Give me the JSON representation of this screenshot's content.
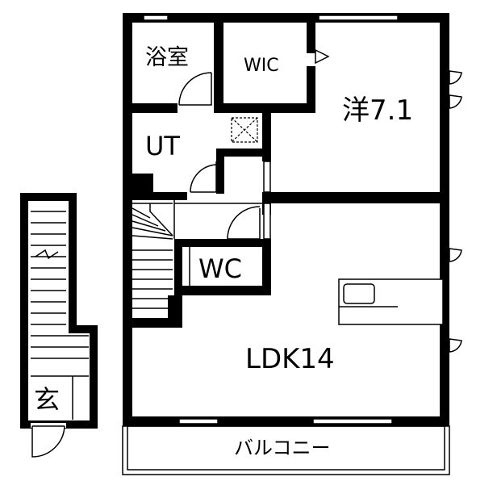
{
  "rooms": {
    "bath": "浴室",
    "wic": "WIC",
    "western": "洋7.1",
    "utility": "UT",
    "wc": "WC",
    "ldk": "LDK14",
    "entrance": "玄",
    "balcony": "バルコニー"
  },
  "colors": {
    "wall": "#000000",
    "background": "#ffffff"
  }
}
